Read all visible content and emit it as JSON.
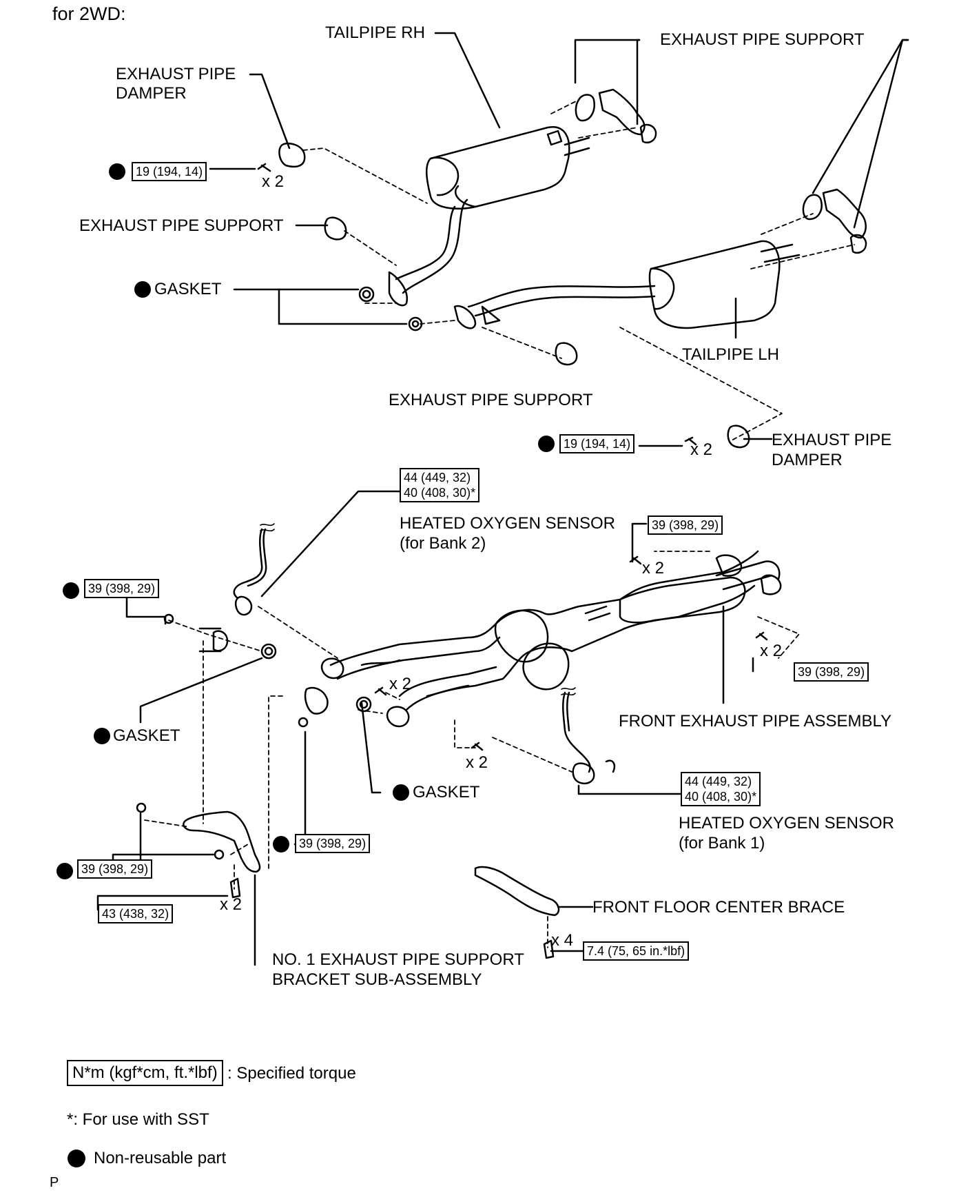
{
  "header": "for 2WD:",
  "labels": {
    "tailpipe_rh": "TAILPIPE RH",
    "exhaust_pipe_support_top": "EXHAUST PIPE SUPPORT",
    "exhaust_pipe_damper_1": "EXHAUST PIPE",
    "exhaust_pipe_damper_2": "DAMPER",
    "exhaust_pipe_support_left": "EXHAUST PIPE SUPPORT",
    "gasket_top": "GASKET",
    "tailpipe_lh": "TAILPIPE LH",
    "exhaust_pipe_support_mid": "EXHAUST PIPE SUPPORT",
    "exhaust_pipe_damper_r1": "EXHAUST PIPE",
    "exhaust_pipe_damper_r2": "DAMPER",
    "heated_oxygen_sensor_b2_1": "HEATED OXYGEN SENSOR",
    "heated_oxygen_sensor_b2_2": "(for Bank 2)",
    "gasket_left": "GASKET",
    "front_exhaust_pipe_assembly": "FRONT EXHAUST PIPE ASSEMBLY",
    "gasket_center": "GASKET",
    "heated_oxygen_sensor_b1_1": "HEATED OXYGEN SENSOR",
    "heated_oxygen_sensor_b1_2": "(for Bank 1)",
    "front_floor_center_brace": "FRONT FLOOR CENTER BRACE",
    "no1_bracket_1": "NO. 1 EXHAUST PIPE SUPPORT",
    "no1_bracket_2": "BRACKET SUB-ASSEMBLY",
    "page_mark": "P"
  },
  "quantities": {
    "damper_bolt_top": "x 2",
    "damper_bolt_right": "x 2",
    "sensor_bolt_top": "x 2",
    "right_bolt": "x 2",
    "center_bolt": "x 2",
    "lower_bolt": "x 2",
    "bracket_bolt": "x 2",
    "brace_bolt": "x 4"
  },
  "torques": {
    "damper_top": "19 (194, 14)",
    "damper_right": "19 (194, 14)",
    "sensor_b2_line1": "44 (449, 32)",
    "sensor_b2_line2": "40 (408, 30)*",
    "bolt_top_right": "39 (398, 29)",
    "nut_left": "39 (398, 29)",
    "bolt_right": "39 (398, 29)",
    "sensor_b1_line1": "44 (449, 32)",
    "sensor_b1_line2": "40 (408, 30)*",
    "nut_center": "39 (398, 29)",
    "bracket_nut": "39 (398, 29)",
    "bracket_bolt": "43 (438, 32)",
    "brace_bolt": "7.4 (75, 65 in.*lbf)"
  },
  "legend": {
    "torque_format": "N*m (kgf*cm, ft.*lbf)",
    "torque_desc": ": Specified torque",
    "sst_note": "*: For use with SST",
    "non_reusable": "Non-reusable part"
  }
}
